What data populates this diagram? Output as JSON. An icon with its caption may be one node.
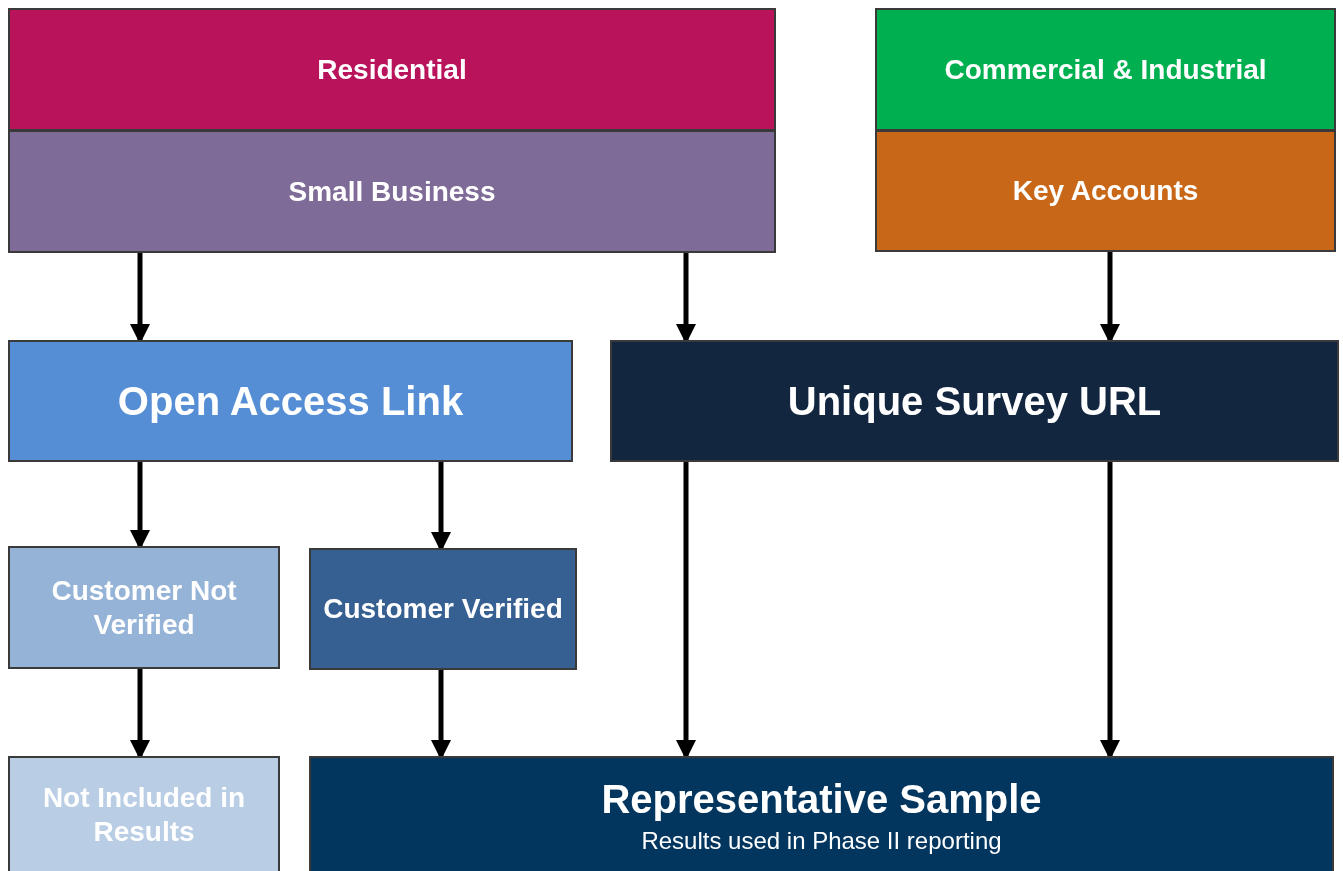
{
  "diagram": {
    "nodes": [
      {
        "text": [
          "Residential"
        ]
      },
      {
        "text": [
          "Small Business"
        ]
      },
      {
        "text": [
          "Commercial & Industrial"
        ]
      },
      {
        "text": [
          "Key Accounts"
        ]
      },
      {
        "text": [
          "Open Access Link"
        ]
      },
      {
        "text": [
          "Unique Survey URL"
        ]
      },
      {
        "text": [
          "Customer Not Verified"
        ]
      },
      {
        "text": [
          "Customer Verified"
        ]
      },
      {
        "text": [
          "Not Included in Results"
        ]
      },
      {
        "text": [
          "Representative Sample",
          "Results used in Phase II reporting"
        ]
      }
    ],
    "edges": [
      {
        "from": 1,
        "to": 4,
        "arrow": "to"
      },
      {
        "from": 1,
        "to": 5,
        "arrow": "to"
      },
      {
        "from": 3,
        "to": 5,
        "arrow": "to"
      },
      {
        "from": 4,
        "to": 6,
        "arrow": "to"
      },
      {
        "from": 4,
        "to": 7,
        "arrow": "to"
      },
      {
        "from": 5,
        "to": 9,
        "arrow": "to"
      },
      {
        "from": 5,
        "to": 9,
        "arrow": "to"
      },
      {
        "from": 6,
        "to": 8,
        "arrow": "to"
      },
      {
        "from": 7,
        "to": 9,
        "arrow": "to"
      }
    ]
  }
}
